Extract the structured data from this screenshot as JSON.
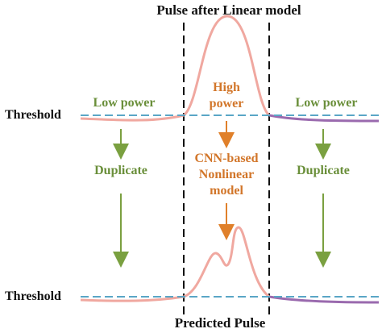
{
  "diagram": {
    "top_title": "Pulse after Linear model",
    "bottom_title": "Predicted Pulse",
    "threshold_top": "Threshold",
    "threshold_bottom": "Threshold",
    "left": {
      "power": "Low power",
      "action": "Duplicate"
    },
    "right": {
      "power": "Low power",
      "action": "Duplicate"
    },
    "center": {
      "power_line1": "High",
      "power_line2": "power",
      "model_line1": "CNN-based",
      "model_line2": "Nonlinear",
      "model_line3": "model"
    }
  },
  "colors": {
    "green_text": "#6a8f3a",
    "orange_text": "#d2762a",
    "pulse_pink": "#f0a8a0",
    "pulse_purple": "#9a6aae",
    "threshold_dash": "#5aa6c6",
    "boundary_dash": "#111111",
    "green_arrow": "#7aa040",
    "orange_arrow": "#e0802a"
  }
}
